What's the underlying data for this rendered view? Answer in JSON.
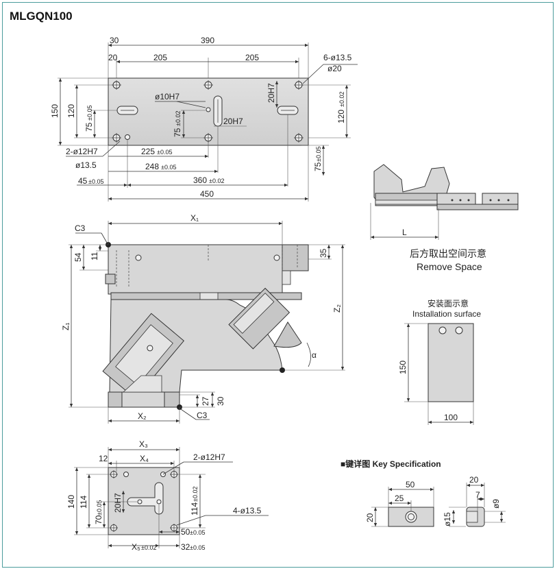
{
  "title": "MLGQN100",
  "top_view": {
    "d30": "30",
    "d390": "390",
    "d20": "20",
    "d205a": "205",
    "d205b": "205",
    "holes6": "6-ø13.5",
    "cb20": "ø20",
    "d150": "150",
    "d120": "120",
    "d75a": "75",
    "tol005": "±0.05",
    "tol002": "±0.02",
    "phi10": "ø10H7",
    "d20h7v": "20H7",
    "d75b": "75",
    "d20h7": "20H7",
    "d120r": "120",
    "pin2": "2-ø12H7",
    "phi135": "ø13.5",
    "d225": "225",
    "d248": "248",
    "d45": "45",
    "d360": "360",
    "d75r": "75",
    "d450": "450"
  },
  "side_view": {
    "x1": "X₁",
    "c3a": "C3",
    "d54": "54",
    "d11": "11",
    "d35": "35",
    "z1": "Z₁",
    "z2": "Z₂",
    "alpha": "α",
    "d27": "27",
    "d30": "30",
    "x2": "X₂",
    "c3b": "C3"
  },
  "remove_space": {
    "l": "L",
    "cn": "后方取出空间示意",
    "en": "Remove Space"
  },
  "install": {
    "cn": "安装面示意",
    "en": "Installation surface",
    "d150": "150",
    "d100": "100"
  },
  "bottom_view": {
    "x3": "X₃",
    "d12": "12",
    "x4": "X₄",
    "pin2": "2-ø12H7",
    "d140": "140",
    "d114": "114",
    "d70": "70",
    "d20h7": "20H7",
    "d114r": "114",
    "holes4": "4-ø13.5",
    "d50": "50",
    "d32": "32",
    "x5": "X₅",
    "tol005": "±0.05",
    "tol002": "±0.02"
  },
  "key": {
    "heading": "■键详图 Key Specification",
    "d50": "50",
    "d25": "25",
    "d20a": "20",
    "d15": "ø15",
    "d20b": "20",
    "d7": "7",
    "d9": "ø9"
  }
}
